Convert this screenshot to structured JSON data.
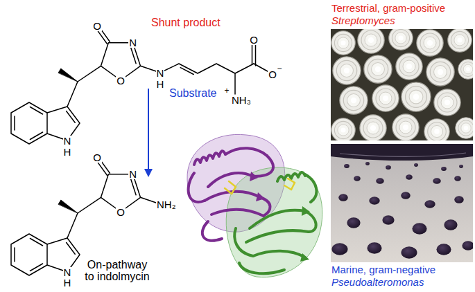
{
  "diagram": {
    "labels": [
      "O",
      "Shunt product",
      "N",
      "O",
      "O",
      "N",
      "H",
      "Substrate",
      "O",
      "−",
      "+",
      "NH₃",
      "N",
      "H",
      "O",
      "N",
      "NH₂",
      "O",
      "On-pathway to indolmycin",
      "N",
      "H",
      "Terrestrial, gram-positive",
      "Streptomyces",
      "Marine, gram-negative",
      "Pseudoalteromonas"
    ]
  }
}
